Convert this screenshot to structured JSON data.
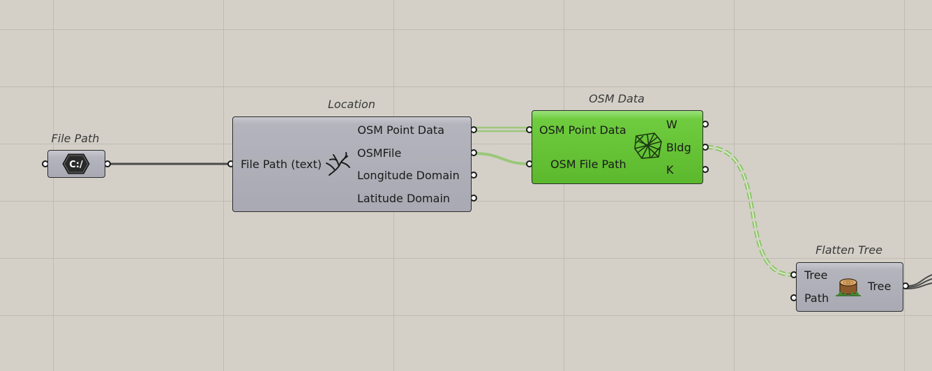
{
  "nodes": {
    "file_path": {
      "title": "File Path",
      "icon_text": "C:/"
    },
    "location": {
      "title": "Location",
      "inputs": [
        "File Path (text)"
      ],
      "outputs": [
        "OSM Point Data",
        "OSMFile",
        "Longitude Domain",
        "Latitude Domain"
      ]
    },
    "osm_data": {
      "title": "OSM Data",
      "inputs": [
        "OSM Point Data",
        "OSM File Path"
      ],
      "outputs": [
        "W",
        "Bldg",
        "K"
      ]
    },
    "flatten_tree": {
      "title": "Flatten Tree",
      "inputs": [
        "Tree",
        "Path"
      ],
      "outputs": [
        "Tree"
      ]
    }
  },
  "icons": {
    "file_path": "file-path-hexagon-icon",
    "location": "tree-branches-icon",
    "osm_data": "osm-map-grid-icon",
    "flatten_tree": "tree-stump-icon"
  },
  "colors": {
    "canvas": "#d4d0c8",
    "grid": "#bfbbb3",
    "component_grey": "#a9a9b3",
    "component_green": "#5cb82c",
    "wire_dark": "#4a4a4a",
    "wire_green": "#9bc77a",
    "wire_dashed": "#8fc46a"
  }
}
